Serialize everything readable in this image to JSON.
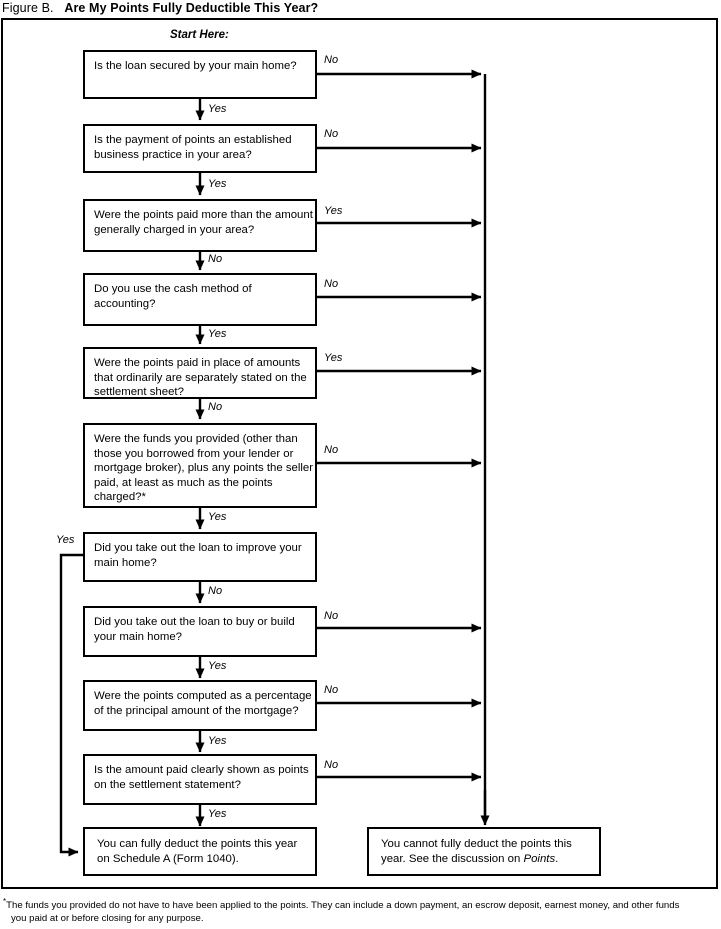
{
  "figure": {
    "label": "Figure B.",
    "heading": "Are My Points Fully Deductible This Year?",
    "start_label": "Start Here:"
  },
  "colors": {
    "ink": "#000000",
    "paper": "#ffffff"
  },
  "nodes": [
    {
      "id": "q1",
      "text": "Is the loan secured by your main home?",
      "yes_label": "Yes",
      "no_label": "No"
    },
    {
      "id": "q2",
      "text": "Is the payment of points an established business practice in your area?",
      "yes_label": "Yes",
      "no_label": "No"
    },
    {
      "id": "q3",
      "text": "Were the points paid more than the amount generally charged in your area?",
      "yes_label": "Yes",
      "no_label": "No"
    },
    {
      "id": "q4",
      "text": "Do you use the cash method of accounting?",
      "yes_label": "Yes",
      "no_label": "No"
    },
    {
      "id": "q5",
      "text": "Were the points paid in place of amounts that ordinarily are separately stated on the settlement sheet?",
      "yes_label": "Yes",
      "no_label": "No"
    },
    {
      "id": "q6",
      "text": "Were the funds you provided (other than those you borrowed from your lender or mortgage broker), plus any points the seller paid, at least as much as the points charged?*",
      "yes_label": "Yes",
      "no_label": "No"
    },
    {
      "id": "q7",
      "text": "Did you take out the loan to improve your main home?",
      "yes_label": "Yes",
      "no_label": "No"
    },
    {
      "id": "q8",
      "text": "Did you take out the loan to buy or build your main home?",
      "yes_label": "Yes",
      "no_label": "No"
    },
    {
      "id": "q9",
      "text": "Were the points computed as a percentage of the principal amount of the mortgage?",
      "yes_label": "Yes",
      "no_label": "No"
    },
    {
      "id": "q10",
      "text": "Is the amount paid clearly shown as points on the settlement statement?",
      "yes_label": "Yes",
      "no_label": "No"
    }
  ],
  "outcomes": {
    "deductible_line1": "You can fully deduct the points this year",
    "deductible_line2": "on Schedule A (Form 1040).",
    "not_deductible_line1": "You cannot fully deduct the points this",
    "not_deductible_line2_a": "year. See the discussion on ",
    "not_deductible_line2_em": "Points",
    "not_deductible_line2_b": "."
  },
  "edge_labels": {
    "q1_no": "No",
    "q1_yes": "Yes",
    "q2_no": "No",
    "q2_yes": "Yes",
    "q3_yes": "Yes",
    "q3_no": "No",
    "q4_no": "No",
    "q4_yes": "Yes",
    "q5_yes": "Yes",
    "q5_no": "No",
    "q6_no": "No",
    "q6_yes": "Yes",
    "q7_yes": "Yes",
    "q7_no": "No",
    "q8_no": "No",
    "q8_yes": "Yes",
    "q9_no": "No",
    "q9_yes": "Yes",
    "q10_no": "No",
    "q10_yes": "Yes"
  },
  "footnote": {
    "marker": "*",
    "line1": "The funds you provided do not have to have been applied to the points. They can include a down payment, an escrow deposit, earnest money, and other funds",
    "line2": "you paid at or before closing for any purpose."
  }
}
